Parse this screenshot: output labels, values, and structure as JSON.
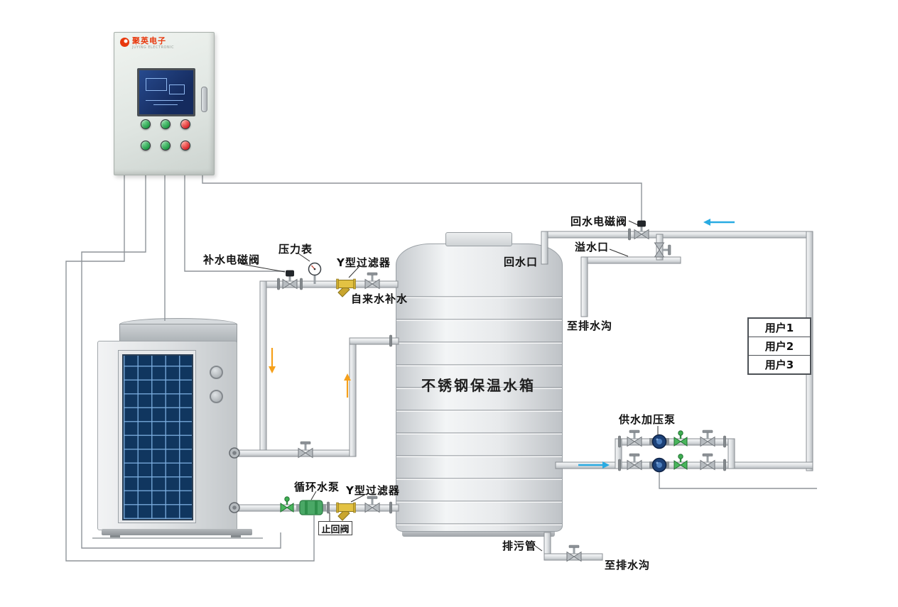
{
  "control_panel": {
    "brand": "聚英电子",
    "brand_sub": "JUYING ELECTRONIC",
    "buttons": [
      {
        "color": "green"
      },
      {
        "color": "green"
      },
      {
        "color": "red"
      },
      {
        "color": "green"
      },
      {
        "color": "green"
      },
      {
        "color": "red"
      }
    ]
  },
  "labels": {
    "makeup_valve": "补水电磁阀",
    "pressure_gauge": "压力表",
    "y_filter_top": "Y型过滤器",
    "tap_water": "自来水补水",
    "return_port": "回水口",
    "return_valve": "回水电磁阀",
    "overflow": "溢水口",
    "to_drain_overflow": "至排水沟",
    "tank": "不锈钢保温水箱",
    "booster_pump": "供水加压泵",
    "circulation_pump": "循环水泵",
    "check_valve": "止回阀",
    "y_filter_bottom": "Y型过滤器",
    "blowdown": "排污管",
    "to_drain_blowdown": "至排水沟"
  },
  "users": {
    "rows": [
      "用户1",
      "用户2",
      "用户3"
    ]
  },
  "flow_arrows": [
    {
      "id": "return-to-tank",
      "direction": "left",
      "color": "#29abe2"
    },
    {
      "id": "supply-to-users",
      "direction": "right",
      "color": "#29abe2"
    },
    {
      "id": "makeup-water-down",
      "direction": "down",
      "color": "#f6a01a"
    },
    {
      "id": "hot-water-up",
      "direction": "up",
      "color": "#f6a01a"
    }
  ],
  "colors": {
    "pipe_fill": "#dfe2e4",
    "pipe_outline": "#898e93",
    "accent_blue": "#29abe2",
    "accent_orange": "#f6a01a",
    "pump_blue": "#1c4178",
    "valve_green": "#3fae52",
    "filter_yellow": "#e3c243",
    "brand_red": "#e8380d"
  }
}
